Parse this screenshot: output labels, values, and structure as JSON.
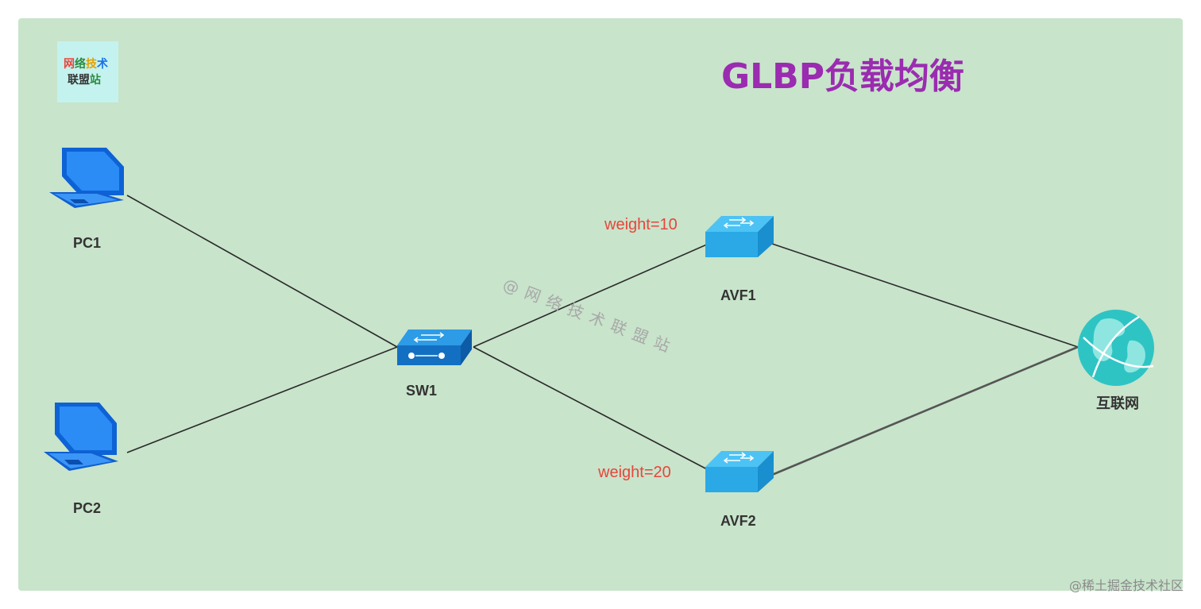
{
  "title": "GLBP负载均衡",
  "logo": {
    "line1": [
      "网",
      "络",
      "技",
      "术"
    ],
    "line2": [
      "联",
      "盟",
      "站"
    ]
  },
  "colors": {
    "background": "#c8e4cb",
    "title": "#9b2bb0",
    "weight_text": "#e8453b",
    "pc": "#1a73e8",
    "switch": "#1e88d6",
    "router": "#35b4ec",
    "internet": "#2ec4c4",
    "link": "#2a2a2a"
  },
  "nodes": {
    "pc1": {
      "label": "PC1",
      "icon": "laptop-icon"
    },
    "pc2": {
      "label": "PC2",
      "icon": "laptop-icon"
    },
    "sw1": {
      "label": "SW1",
      "icon": "switch-icon"
    },
    "avf1": {
      "label": "AVF1",
      "icon": "router-icon",
      "weight": "weight=10"
    },
    "avf2": {
      "label": "AVF2",
      "icon": "router-icon",
      "weight": "weight=20"
    },
    "internet": {
      "label": "互联网",
      "icon": "globe-icon"
    }
  },
  "links": [
    [
      "pc1",
      "sw1"
    ],
    [
      "pc2",
      "sw1"
    ],
    [
      "sw1",
      "avf1"
    ],
    [
      "sw1",
      "avf2"
    ],
    [
      "avf1",
      "internet"
    ],
    [
      "avf2",
      "internet"
    ]
  ],
  "watermark": "@网络技术联盟站",
  "footer": "@稀土掘金技术社区"
}
